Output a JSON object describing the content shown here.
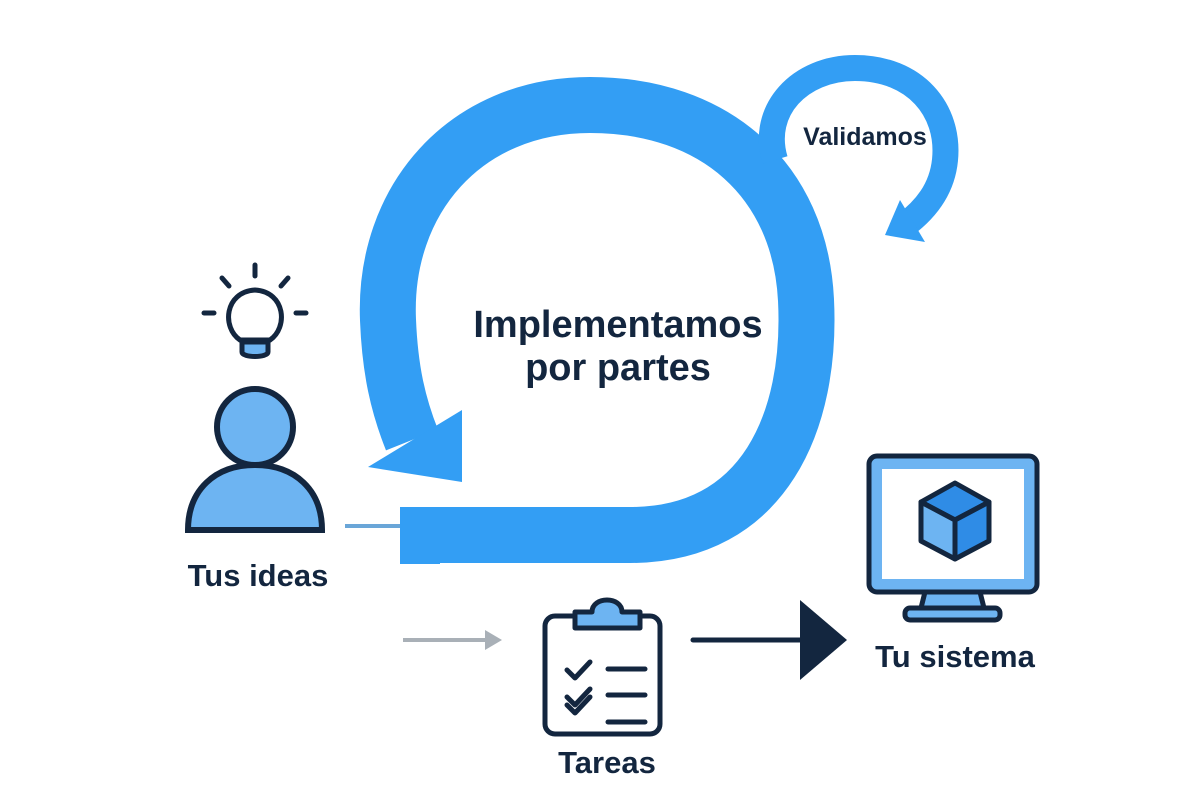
{
  "colors": {
    "accent": "#339ef4",
    "light": "#6db4f2",
    "dark": "#13263f",
    "gray": "#a9b0b7"
  },
  "loop": {
    "line1": "Implementamos",
    "line2": "por partes"
  },
  "validate": {
    "label": "Validamos"
  },
  "ideas": {
    "label": "Tus ideas",
    "icons": [
      "lightbulb-icon",
      "person-icon"
    ]
  },
  "tasks": {
    "label": "Tareas",
    "icon": "clipboard-checklist-icon"
  },
  "system": {
    "label": "Tu sistema",
    "icon": "monitor-cube-icon"
  }
}
